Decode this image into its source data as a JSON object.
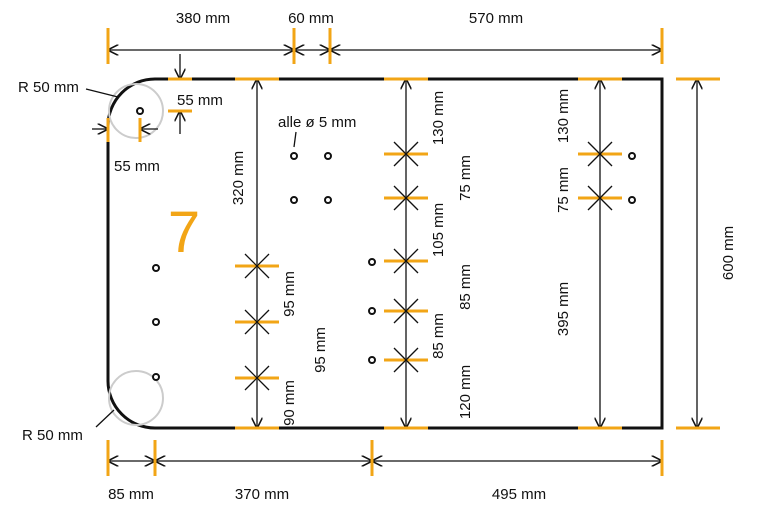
{
  "accent_color": "#f2a516",
  "line_color": "#111111",
  "radius_circle_color": "#cccccc",
  "panel_number": "7",
  "holes_note": "alle ø 5 mm",
  "radius_top": "R 50 mm",
  "radius_bottom": "R 50 mm",
  "top_dims": [
    "380 mm",
    "60 mm",
    "570 mm"
  ],
  "bottom_dims": [
    "85 mm",
    "370 mm",
    "495 mm"
  ],
  "height_dim": "600 mm",
  "corner_hole": {
    "x": "55 mm",
    "y": "55 mm"
  },
  "col1_dims": [
    "320 mm",
    "95 mm",
    "95 mm",
    "90 mm"
  ],
  "col2_dims": [
    "130 mm",
    "75 mm",
    "105 mm",
    "85 mm",
    "85 mm",
    "120 mm"
  ],
  "col3_dims": [
    "130 mm",
    "75 mm",
    "395 mm"
  ]
}
